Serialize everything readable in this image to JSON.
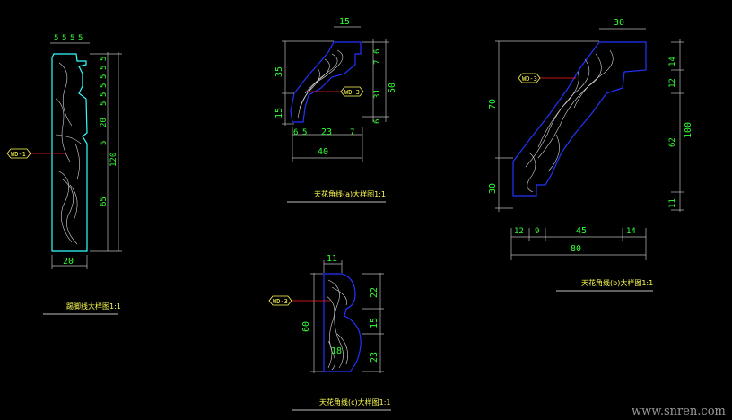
{
  "colors": {
    "background": "#000000",
    "dimension": "#33ff33",
    "label": "#ffff55",
    "profile_cyan": "#33ffff",
    "profile_blue": "#2233ff",
    "grain": "#d8d8d8",
    "leader": "#ff2222",
    "extension": "#bbbbbb"
  },
  "skirting": {
    "title": "踢脚线大样图1:1",
    "tag": "WD-1",
    "dims_top": [
      "5",
      "5",
      "5",
      "5"
    ],
    "dims_right": [
      "5",
      "5",
      "5",
      "5",
      "5",
      "5",
      "20",
      "5"
    ],
    "dim_total": "120",
    "dim_lower": "65",
    "dim_width": "20"
  },
  "crown_a": {
    "title": "天花角线(a)大样图1:1",
    "tag": "WD-3",
    "dim_top": "15",
    "dim_left_upper": "35",
    "dim_left_lower": "15",
    "dims_right": [
      "6",
      "7",
      "31",
      "6"
    ],
    "dim_right_total": "50",
    "dims_bottom": [
      "6",
      "5",
      "23",
      "7"
    ],
    "dim_bottom_total": "40"
  },
  "crown_b": {
    "title": "天花角线(b)大样图1:1",
    "tag": "WD-3",
    "dim_top": "30",
    "dim_left_upper": "70",
    "dim_left_lower": "30",
    "dims_right": [
      "14",
      "12",
      "62",
      "11"
    ],
    "dim_right_total": "100",
    "dims_bottom": [
      "12",
      "9",
      "45",
      "14"
    ],
    "dim_bottom_total": "80"
  },
  "crown_c": {
    "title": "天花角线(c)大样图1:1",
    "tag": "WD-3",
    "dim_top": "11",
    "dim_left": "60",
    "dims_right": [
      "22",
      "15",
      "23"
    ],
    "dim_inner": "18"
  },
  "watermark": "www.snren.com"
}
